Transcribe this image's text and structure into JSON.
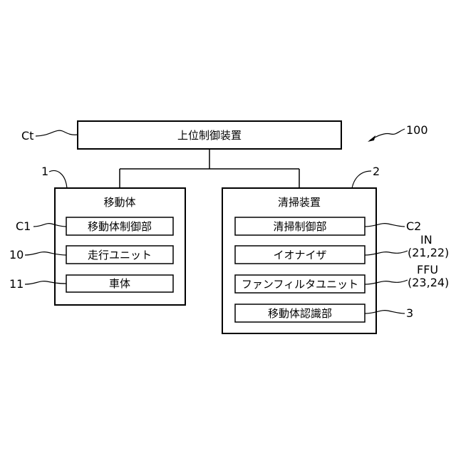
{
  "system": {
    "ref": "100"
  },
  "host": {
    "label": "上位制御装置",
    "ref": "Ct"
  },
  "moving_body": {
    "title": "移動体",
    "ref": "1",
    "components": [
      {
        "label": "移動体制御部",
        "ref": "C1"
      },
      {
        "label": "走行ユニット",
        "ref": "10"
      },
      {
        "label": "車体",
        "ref": "11"
      }
    ]
  },
  "cleaning_device": {
    "title": "清掃装置",
    "ref": "2",
    "components": [
      {
        "label": "清掃制御部",
        "ref": "C2"
      },
      {
        "label": "イオナイザ",
        "ref": "IN",
        "ref_sub": "(21,22)"
      },
      {
        "label": "ファンフィルタユニット",
        "ref": "FFU",
        "ref_sub": "(23,24)"
      },
      {
        "label": "移動体認識部",
        "ref": "3"
      }
    ]
  }
}
